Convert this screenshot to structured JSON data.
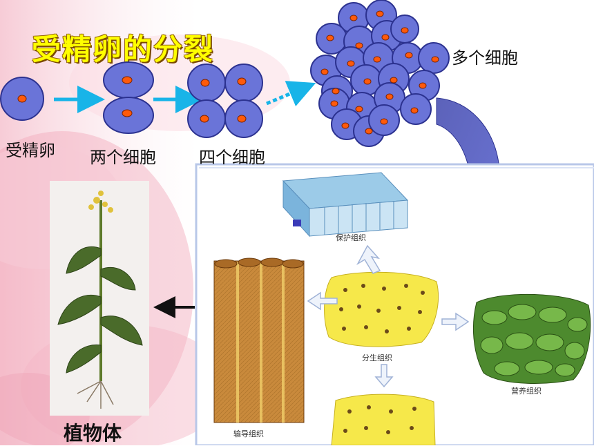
{
  "title": "受精卵的分裂",
  "labels": {
    "zygote": "受精卵",
    "two_cells": "两个细胞",
    "four_cells": "四个细胞",
    "many_cells": "多个细胞",
    "plant_body": "植物体"
  },
  "tissues": {
    "protective": "保护组织",
    "meristematic": "分生组织",
    "conducting": "输导组织",
    "nutritive": "营养组织"
  },
  "colors": {
    "cell_fill": "#6a74d8",
    "nucleus": "#ff5a0a",
    "arrow_cyan": "#18b4e8",
    "title_yellow": "#ffff00"
  }
}
